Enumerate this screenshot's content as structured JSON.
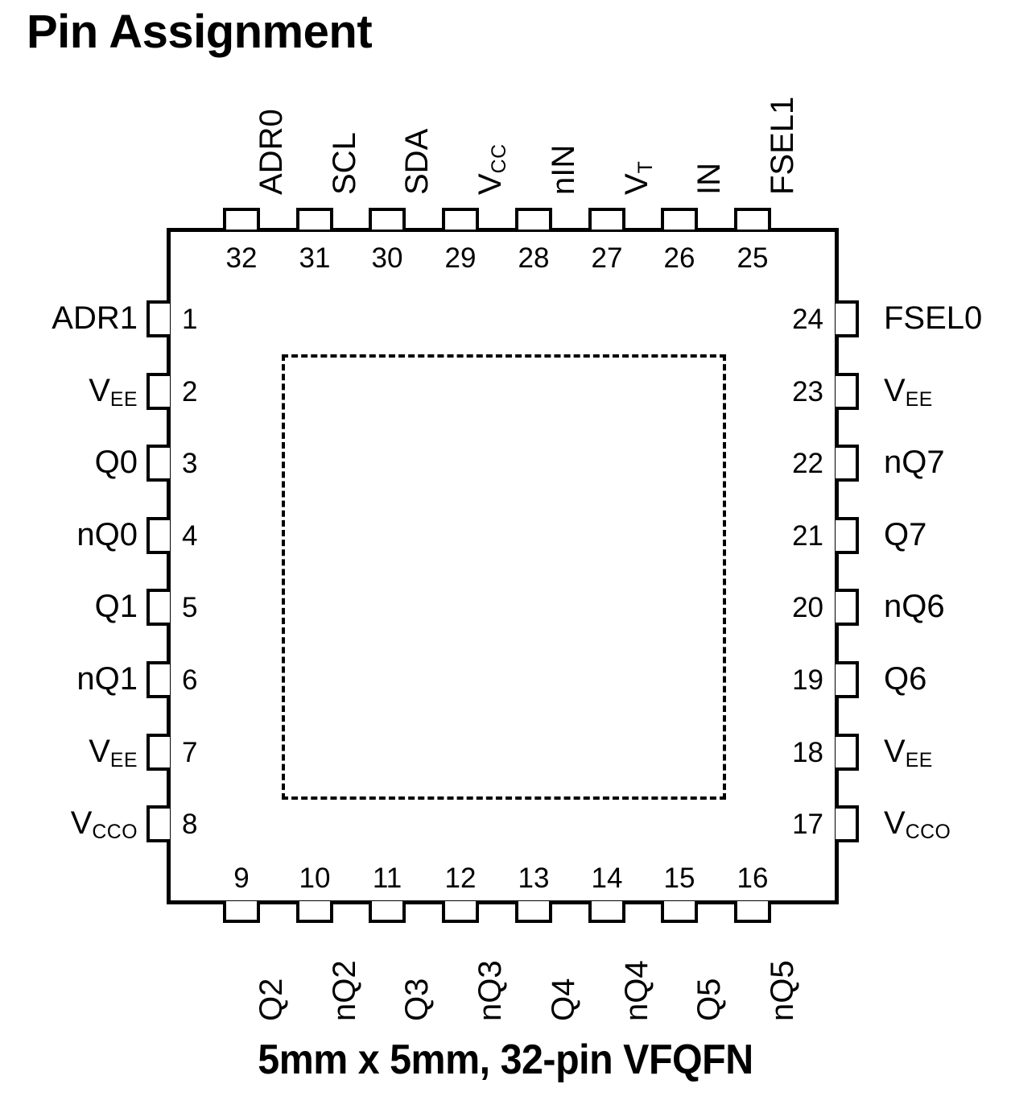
{
  "title": "Pin Assignment",
  "caption": "5mm x 5mm, 32-pin VFQFN",
  "package": {
    "type": "VFQFN",
    "pin_count": 32,
    "body_size": "5mm x 5mm",
    "has_thermal_pad": true
  },
  "pins": {
    "left": [
      {
        "num": "1",
        "name": "ADR1",
        "sub": ""
      },
      {
        "num": "2",
        "name": "V",
        "sub": "EE"
      },
      {
        "num": "3",
        "name": "Q0",
        "sub": ""
      },
      {
        "num": "4",
        "name": "nQ0",
        "sub": ""
      },
      {
        "num": "5",
        "name": "Q1",
        "sub": ""
      },
      {
        "num": "6",
        "name": "nQ1",
        "sub": ""
      },
      {
        "num": "7",
        "name": "V",
        "sub": "EE"
      },
      {
        "num": "8",
        "name": "V",
        "sub": "CCO"
      }
    ],
    "bottom": [
      {
        "num": "9",
        "name": "Q2",
        "sub": ""
      },
      {
        "num": "10",
        "name": "nQ2",
        "sub": ""
      },
      {
        "num": "11",
        "name": "Q3",
        "sub": ""
      },
      {
        "num": "12",
        "name": "nQ3",
        "sub": ""
      },
      {
        "num": "13",
        "name": "Q4",
        "sub": ""
      },
      {
        "num": "14",
        "name": "nQ4",
        "sub": ""
      },
      {
        "num": "15",
        "name": "Q5",
        "sub": ""
      },
      {
        "num": "16",
        "name": "nQ5",
        "sub": ""
      }
    ],
    "right": [
      {
        "num": "17",
        "name": "V",
        "sub": "CCO"
      },
      {
        "num": "18",
        "name": "V",
        "sub": "EE"
      },
      {
        "num": "19",
        "name": "Q6",
        "sub": ""
      },
      {
        "num": "20",
        "name": "nQ6",
        "sub": ""
      },
      {
        "num": "21",
        "name": "Q7",
        "sub": ""
      },
      {
        "num": "22",
        "name": "nQ7",
        "sub": ""
      },
      {
        "num": "23",
        "name": "V",
        "sub": "EE"
      },
      {
        "num": "24",
        "name": "FSEL0",
        "sub": ""
      }
    ],
    "top": [
      {
        "num": "25",
        "name": "FSEL1",
        "sub": ""
      },
      {
        "num": "26",
        "name": "IN",
        "sub": ""
      },
      {
        "num": "27",
        "name": "V",
        "sub": "T"
      },
      {
        "num": "28",
        "name": "nIN",
        "sub": ""
      },
      {
        "num": "29",
        "name": "V",
        "sub": "CC"
      },
      {
        "num": "30",
        "name": "SDA",
        "sub": ""
      },
      {
        "num": "31",
        "name": "SCL",
        "sub": ""
      },
      {
        "num": "32",
        "name": "ADR0",
        "sub": ""
      }
    ]
  },
  "colors": {
    "ink": "#000000",
    "background": "#ffffff"
  }
}
